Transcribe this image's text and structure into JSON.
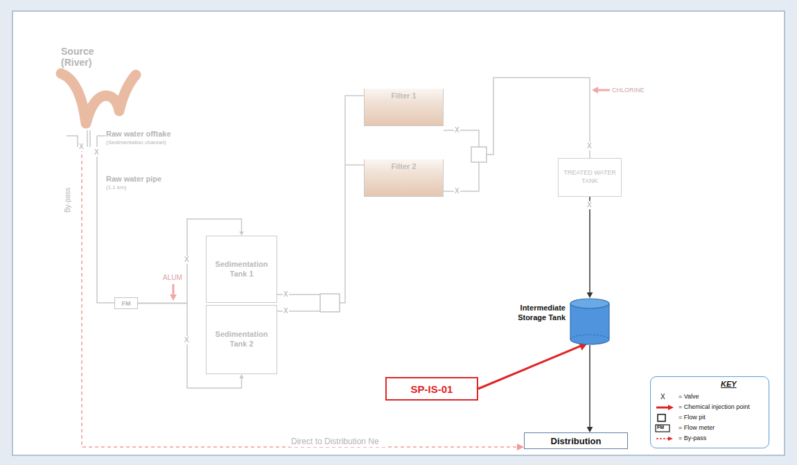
{
  "diagram": {
    "nodes": [
      {
        "text": [
          "FM"
        ]
      },
      {
        "text": [
          "Sedimentation Tank 1"
        ]
      },
      {
        "text": [
          "Sedimentation Tank 2"
        ]
      },
      {
        "text": [
          "Filter 1"
        ]
      },
      {
        "text": [
          "Filter 2"
        ]
      },
      {
        "text": [
          "TREATED WATER TANK"
        ]
      },
      {
        "text": [
          "Intermediate Storage Tank"
        ]
      },
      {
        "text": [
          "SP-IS-01"
        ]
      },
      {
        "text": [
          "Distribution"
        ]
      }
    ],
    "edges": [
      {
        "from": 0,
        "to": 1,
        "arrow": "to"
      },
      {
        "from": 0,
        "to": 2,
        "arrow": "to"
      },
      {
        "from": 5,
        "to": 6,
        "arrow": "to"
      },
      {
        "from": 6,
        "to": 8,
        "arrow": "to"
      },
      {
        "from": 7,
        "to": 6,
        "arrow": "to"
      }
    ],
    "labels": [
      "Source (River)",
      "Raw water offtake",
      "(Sedimentation channel)",
      "By-pass",
      "Raw water pipe",
      "(1.1 km)",
      "ALUM",
      "CHLORINE",
      "Direct to Distribution Ne",
      "KEY",
      "X",
      "FM",
      "X",
      "X",
      "X",
      "X",
      "X",
      "X",
      "X",
      "X",
      "X",
      "X"
    ],
    "legend": [
      {
        "text": "= Valve"
      },
      {
        "text": "= Chemical injection point"
      },
      {
        "text": "= Flow pit"
      },
      {
        "text": "= Flow meter"
      },
      {
        "text": "= By-pass"
      }
    ]
  }
}
